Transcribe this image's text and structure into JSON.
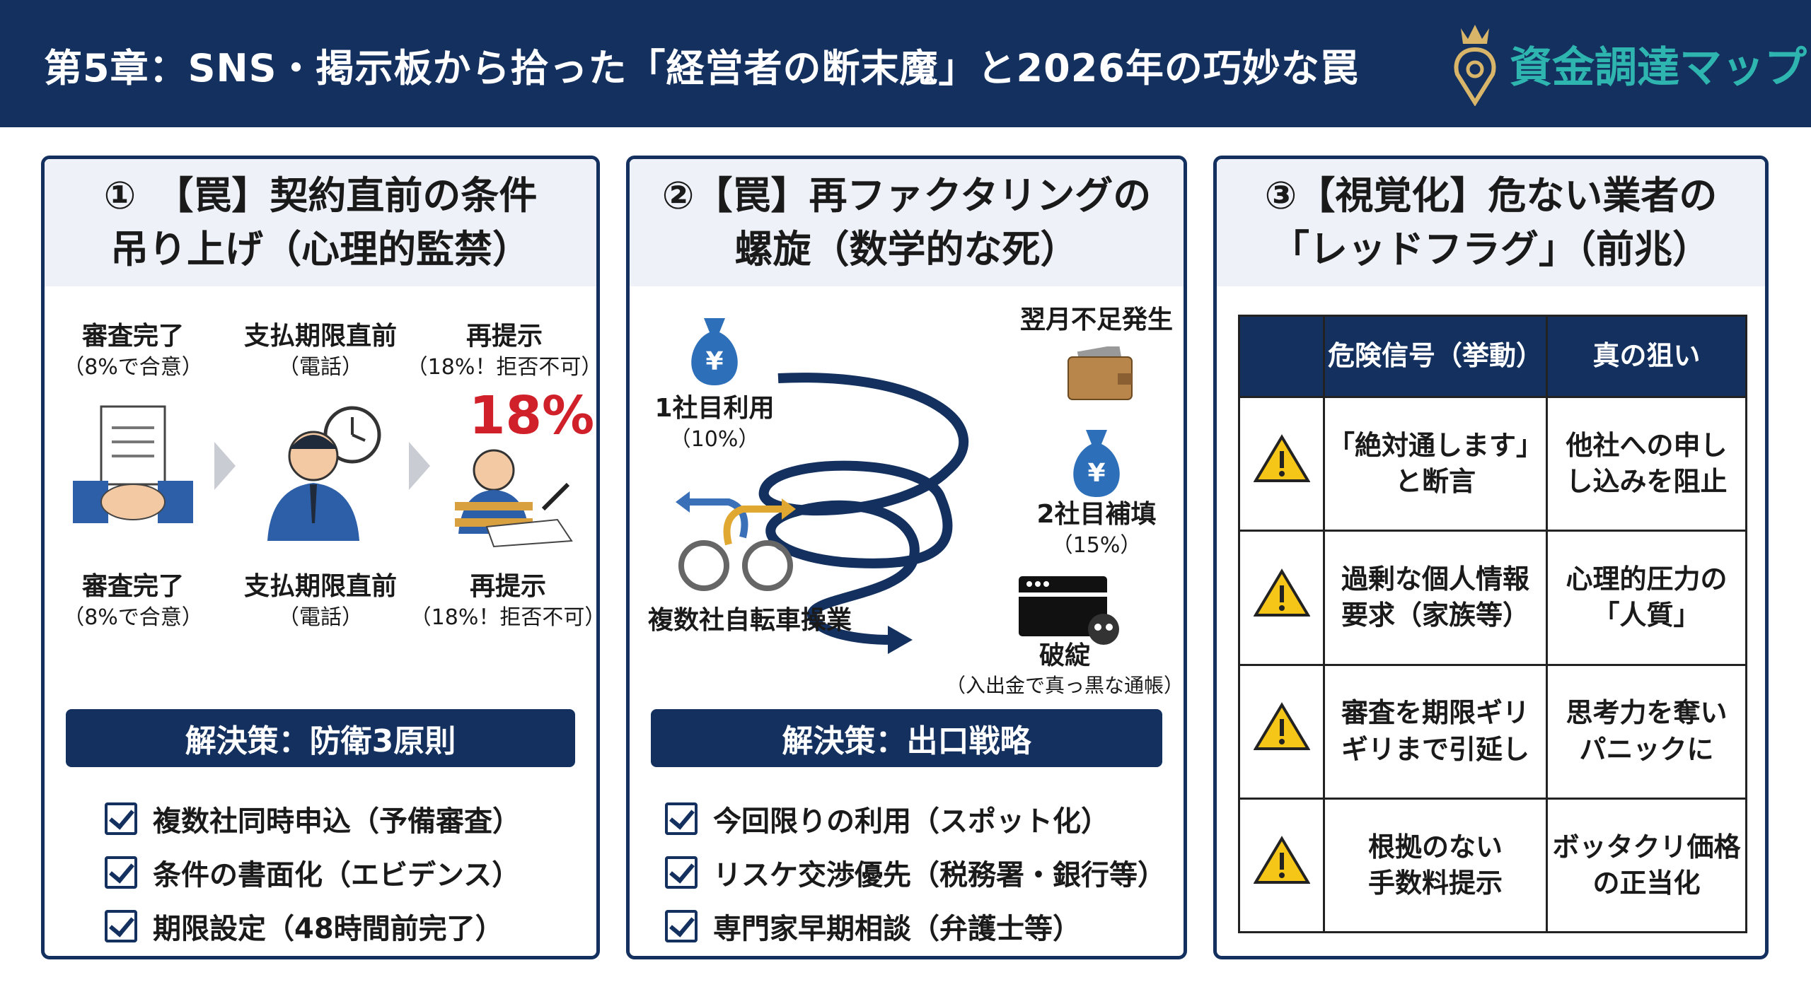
{
  "header": {
    "title": "第5章：SNS・掲示板から拾った「経営者の断末魔」と2026年の巧妙な罠",
    "logo_text": "資金調達マップ"
  },
  "colors": {
    "navy": "#13305f",
    "teal": "#2fb5b0",
    "red": "#d0202a",
    "gold": "#d9b56a",
    "warning": "#f5c518"
  },
  "panel1": {
    "title": "①　【罠】契約直前の条件\n吊り上げ（心理的監禁）",
    "steps_top": [
      {
        "label": "審査完了",
        "sub": "（8%で合意）"
      },
      {
        "label": "支払期限直前",
        "sub": "（電話）"
      },
      {
        "label": "再提示",
        "sub": "（18%！拒否不可）"
      }
    ],
    "rate": "18%",
    "steps_bottom": [
      {
        "label": "審査完了",
        "sub": "（8%で合意）"
      },
      {
        "label": "支払期限直前",
        "sub": "（電話）"
      },
      {
        "label": "再提示",
        "sub": "（18%！拒否不可）"
      }
    ],
    "solution": "解決策：防衛3原則",
    "checks": [
      "複数社同時申込（予備審査）",
      "条件の書面化（エビデンス）",
      "期限設定（48時間前完了）"
    ]
  },
  "panel2": {
    "title": "②【罠】再ファクタリングの\n螺旋（数学的な死）",
    "first": {
      "label": "1社目利用",
      "sub": "（10%）"
    },
    "shortage": "翌月不足発生",
    "second": {
      "label": "2社目補填",
      "sub": "（15%）"
    },
    "cycling": "複数社自転車操業",
    "ruin": {
      "label": "破綻",
      "sub": "（入出金で真っ黒な通帳）"
    },
    "yen": "¥",
    "solution": "解決策：出口戦略",
    "checks": [
      "今回限りの利用（スポット化）",
      "リスケ交渉優先（税務署・銀行等）",
      "専門家早期相談（弁護士等）"
    ]
  },
  "panel3": {
    "title": "③【視覚化】危ない業者の\n「レッドフラグ」（前兆）",
    "headers": [
      "",
      "危険信号（挙動）",
      "真の狙い"
    ],
    "rows": [
      {
        "signal": "「絶対通します」\nと断言",
        "aim": "他社への申し\nし込みを阻止"
      },
      {
        "signal": "過剰な個人情報\n要求（家族等）",
        "aim": "心理的圧力の\n「人質」"
      },
      {
        "signal": "審査を期限ギリ\nギリまで引延し",
        "aim": "思考力を奪い\nパニックに"
      },
      {
        "signal": "根拠のない\n手数料提示",
        "aim": "ボッタクリ価格\nの正当化"
      }
    ]
  }
}
